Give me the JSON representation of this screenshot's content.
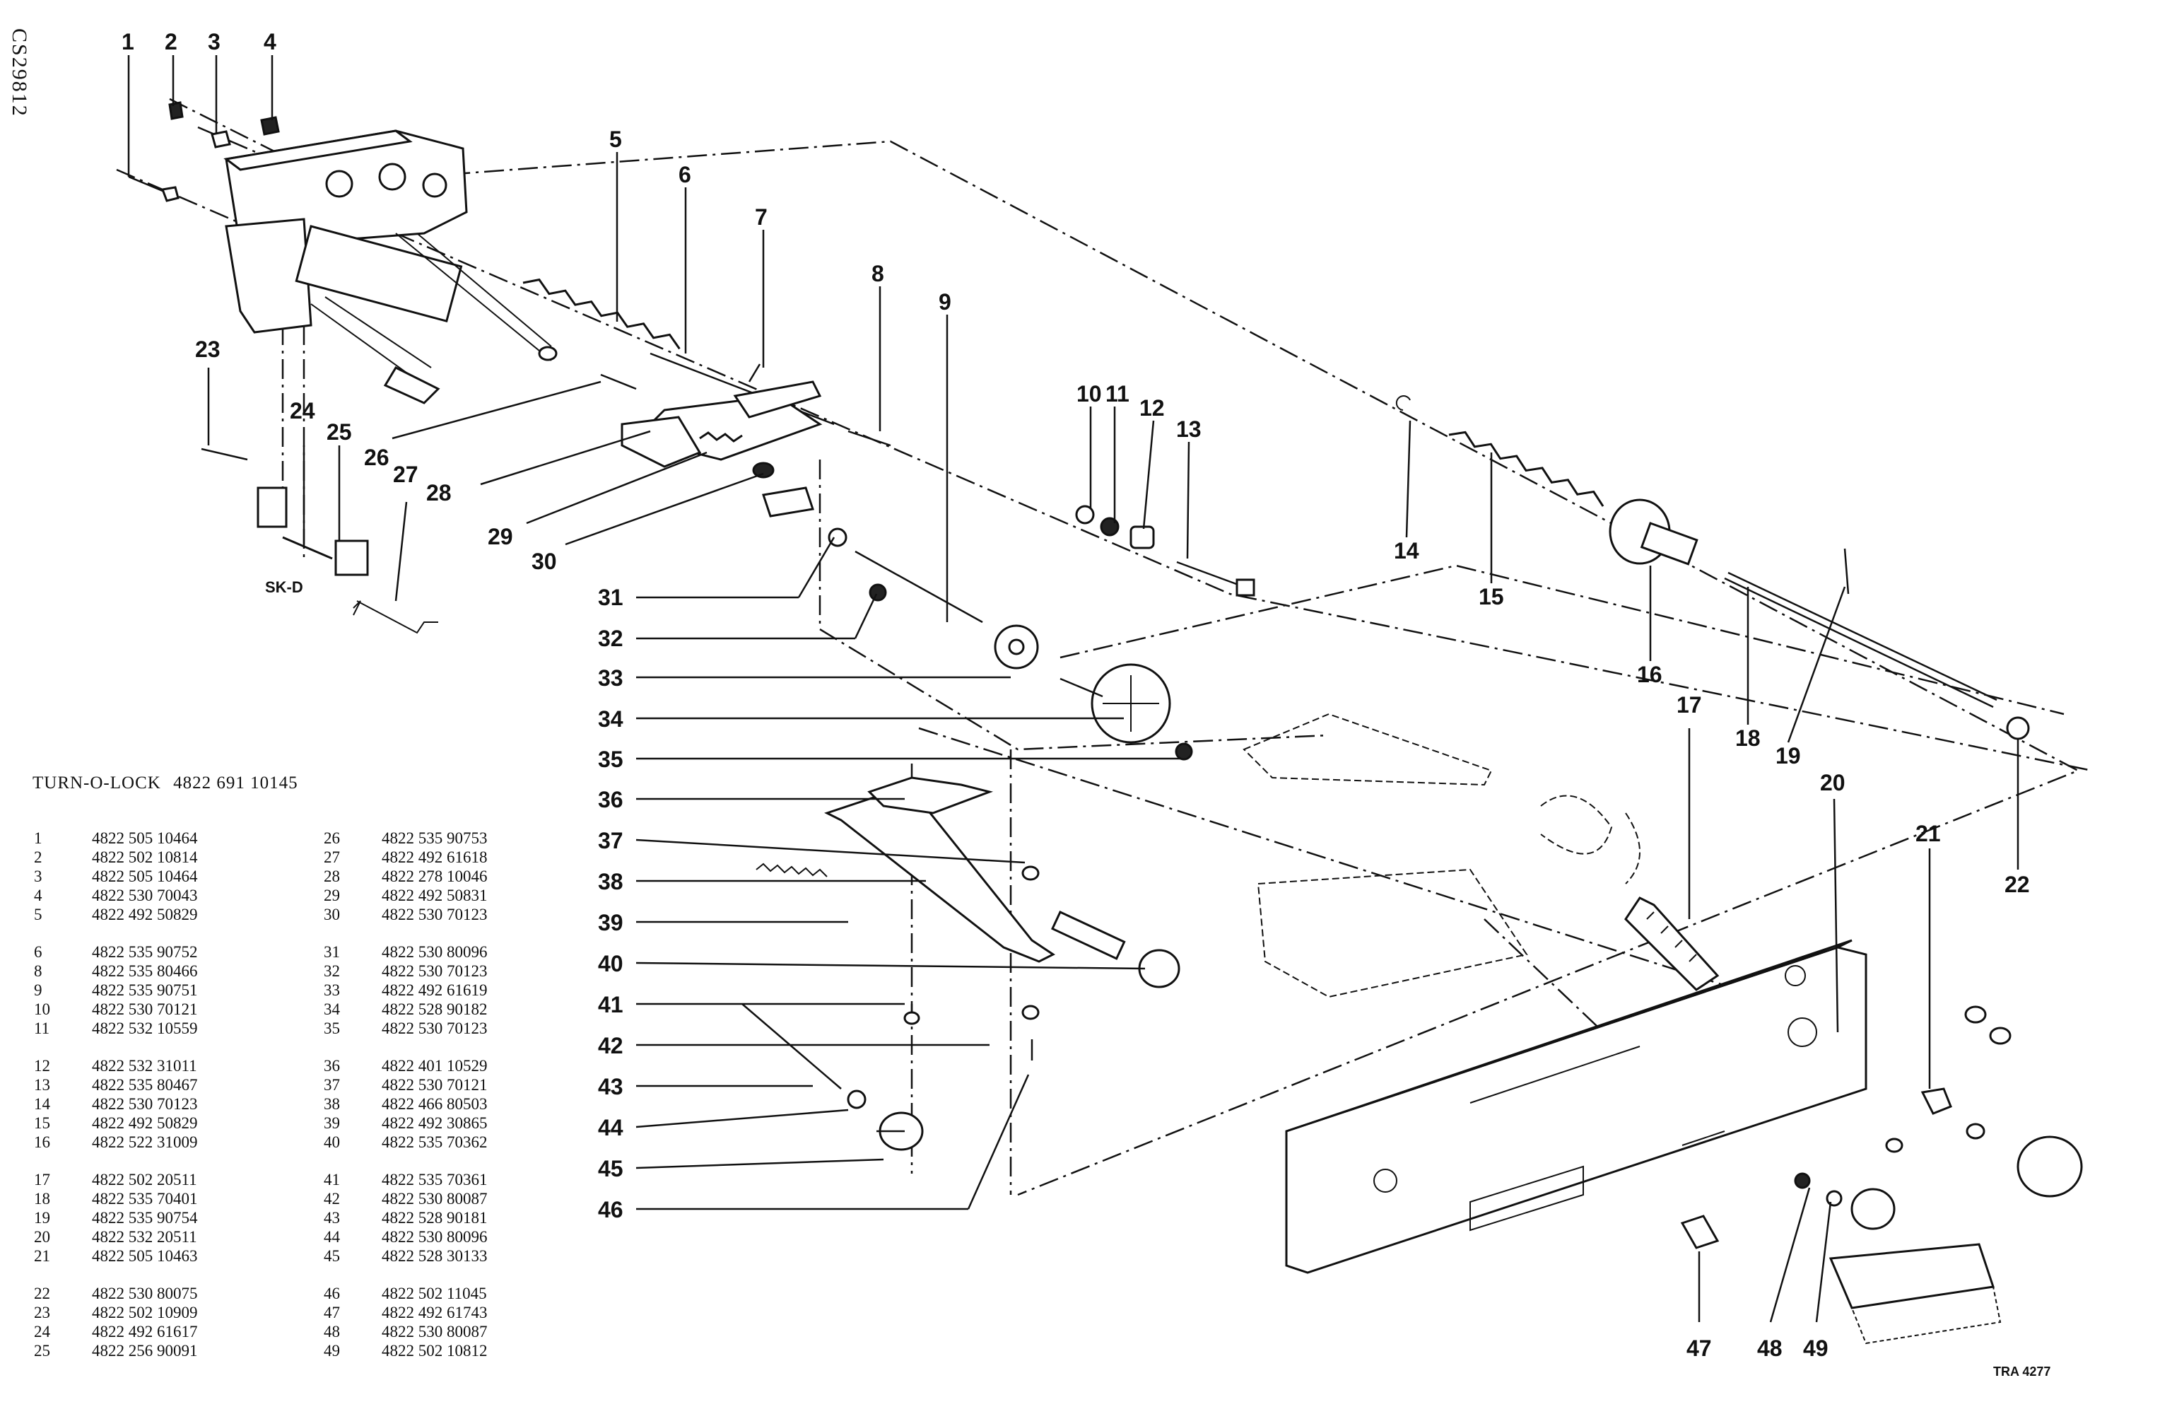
{
  "header": {
    "doc_code": "CS29812",
    "ref_code": "TRA 4277",
    "sk_label": "SK-D"
  },
  "kit": {
    "name": "TURN-O-LOCK",
    "code": "4822 691 10145"
  },
  "callouts": [
    "1",
    "2",
    "3",
    "4",
    "5",
    "6",
    "7",
    "8",
    "9",
    "10",
    "11",
    "12",
    "13",
    "14",
    "15",
    "16",
    "17",
    "18",
    "19",
    "20",
    "21",
    "22",
    "23",
    "24",
    "25",
    "26",
    "27",
    "28",
    "29",
    "30",
    "31",
    "32",
    "33",
    "34",
    "35",
    "36",
    "37",
    "38",
    "39",
    "40",
    "41",
    "42",
    "43",
    "44",
    "45",
    "46",
    "47",
    "48",
    "49"
  ],
  "parts_list": {
    "col1": [
      {
        "num": "1",
        "code": "4822 505 10464"
      },
      {
        "num": "2",
        "code": "4822 502 10814"
      },
      {
        "num": "3",
        "code": "4822 505 10464"
      },
      {
        "num": "4",
        "code": "4822 530 70043"
      },
      {
        "num": "5",
        "code": "4822 492 50829"
      },
      {
        "num": "6",
        "code": "4822 535 90752"
      },
      {
        "num": "8",
        "code": "4822 535 80466"
      },
      {
        "num": "9",
        "code": "4822 535 90751"
      },
      {
        "num": "10",
        "code": "4822 530 70121"
      },
      {
        "num": "11",
        "code": "4822 532 10559"
      },
      {
        "num": "12",
        "code": "4822 532 31011"
      },
      {
        "num": "13",
        "code": "4822 535 80467"
      },
      {
        "num": "14",
        "code": "4822 530 70123"
      },
      {
        "num": "15",
        "code": "4822 492 50829"
      },
      {
        "num": "16",
        "code": "4822 522 31009"
      },
      {
        "num": "17",
        "code": "4822 502 20511"
      },
      {
        "num": "18",
        "code": "4822 535 70401"
      },
      {
        "num": "19",
        "code": "4822 535 90754"
      },
      {
        "num": "20",
        "code": "4822 532 20511"
      },
      {
        "num": "21",
        "code": "4822 505 10463"
      },
      {
        "num": "22",
        "code": "4822 530 80075"
      },
      {
        "num": "23",
        "code": "4822 502 10909"
      },
      {
        "num": "24",
        "code": "4822 492 61617"
      },
      {
        "num": "25",
        "code": "4822 256 90091"
      }
    ],
    "col2": [
      {
        "num": "26",
        "code": "4822 535 90753"
      },
      {
        "num": "27",
        "code": "4822 492 61618"
      },
      {
        "num": "28",
        "code": "4822 278 10046"
      },
      {
        "num": "29",
        "code": "4822 492 50831"
      },
      {
        "num": "30",
        "code": "4822 530 70123"
      },
      {
        "num": "31",
        "code": "4822 530 80096"
      },
      {
        "num": "32",
        "code": "4822 530 70123"
      },
      {
        "num": "33",
        "code": "4822 492 61619"
      },
      {
        "num": "34",
        "code": "4822 528 90182"
      },
      {
        "num": "35",
        "code": "4822 530 70123"
      },
      {
        "num": "36",
        "code": "4822 401 10529"
      },
      {
        "num": "37",
        "code": "4822 530 70121"
      },
      {
        "num": "38",
        "code": "4822 466 80503"
      },
      {
        "num": "39",
        "code": "4822 492 30865"
      },
      {
        "num": "40",
        "code": "4822 535 70362"
      },
      {
        "num": "41",
        "code": "4822 535 70361"
      },
      {
        "num": "42",
        "code": "4822 530 80087"
      },
      {
        "num": "43",
        "code": "4822 528 90181"
      },
      {
        "num": "44",
        "code": "4822 530 80096"
      },
      {
        "num": "45",
        "code": "4822 528 30133"
      },
      {
        "num": "46",
        "code": "4822 502 11045"
      },
      {
        "num": "47",
        "code": "4822 492 61743"
      },
      {
        "num": "48",
        "code": "4822 530 80087"
      },
      {
        "num": "49",
        "code": "4822 502 10812"
      }
    ]
  },
  "colors": {
    "ink": "#111111",
    "paper": "#ffffff"
  }
}
